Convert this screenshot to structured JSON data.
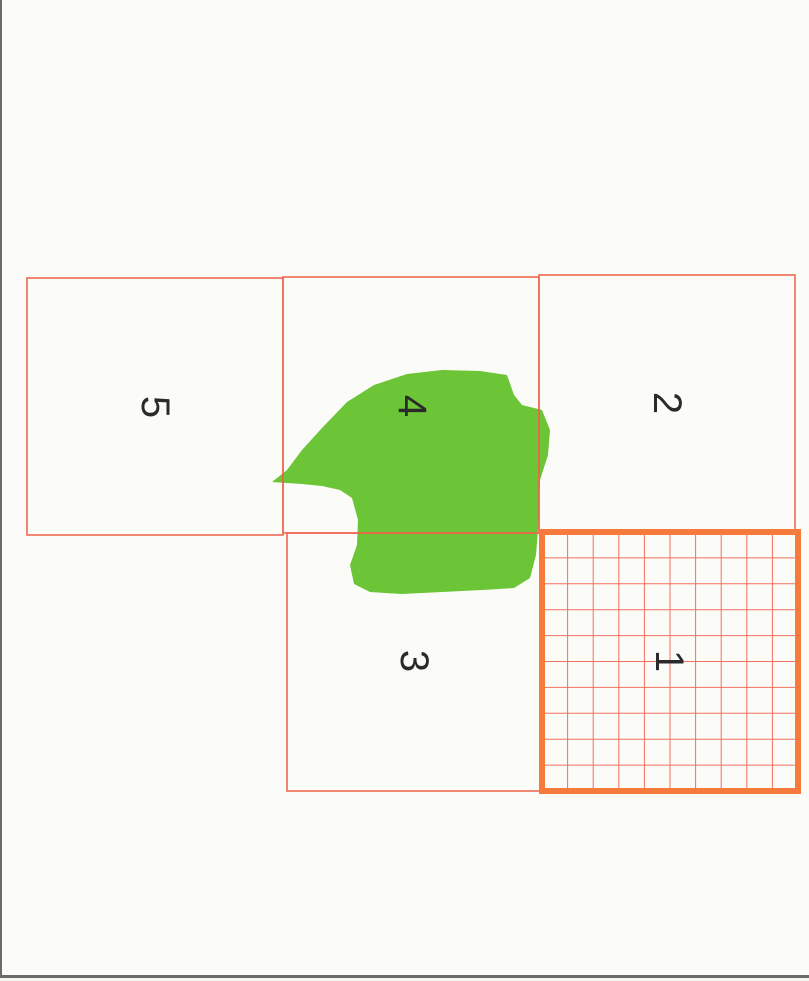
{
  "tiles": [
    {
      "id": "1",
      "label": "1",
      "selected": true
    },
    {
      "id": "2",
      "label": "2",
      "selected": false
    },
    {
      "id": "3",
      "label": "3",
      "selected": false
    },
    {
      "id": "4",
      "label": "4",
      "selected": false
    },
    {
      "id": "5",
      "label": "5",
      "selected": false
    }
  ],
  "colors": {
    "tile_border": "#f0604a",
    "selected_border": "#f57a3c",
    "grid_line": "#f27060",
    "region_fill": "#6cc437",
    "page_background": "#fbfbf7"
  }
}
